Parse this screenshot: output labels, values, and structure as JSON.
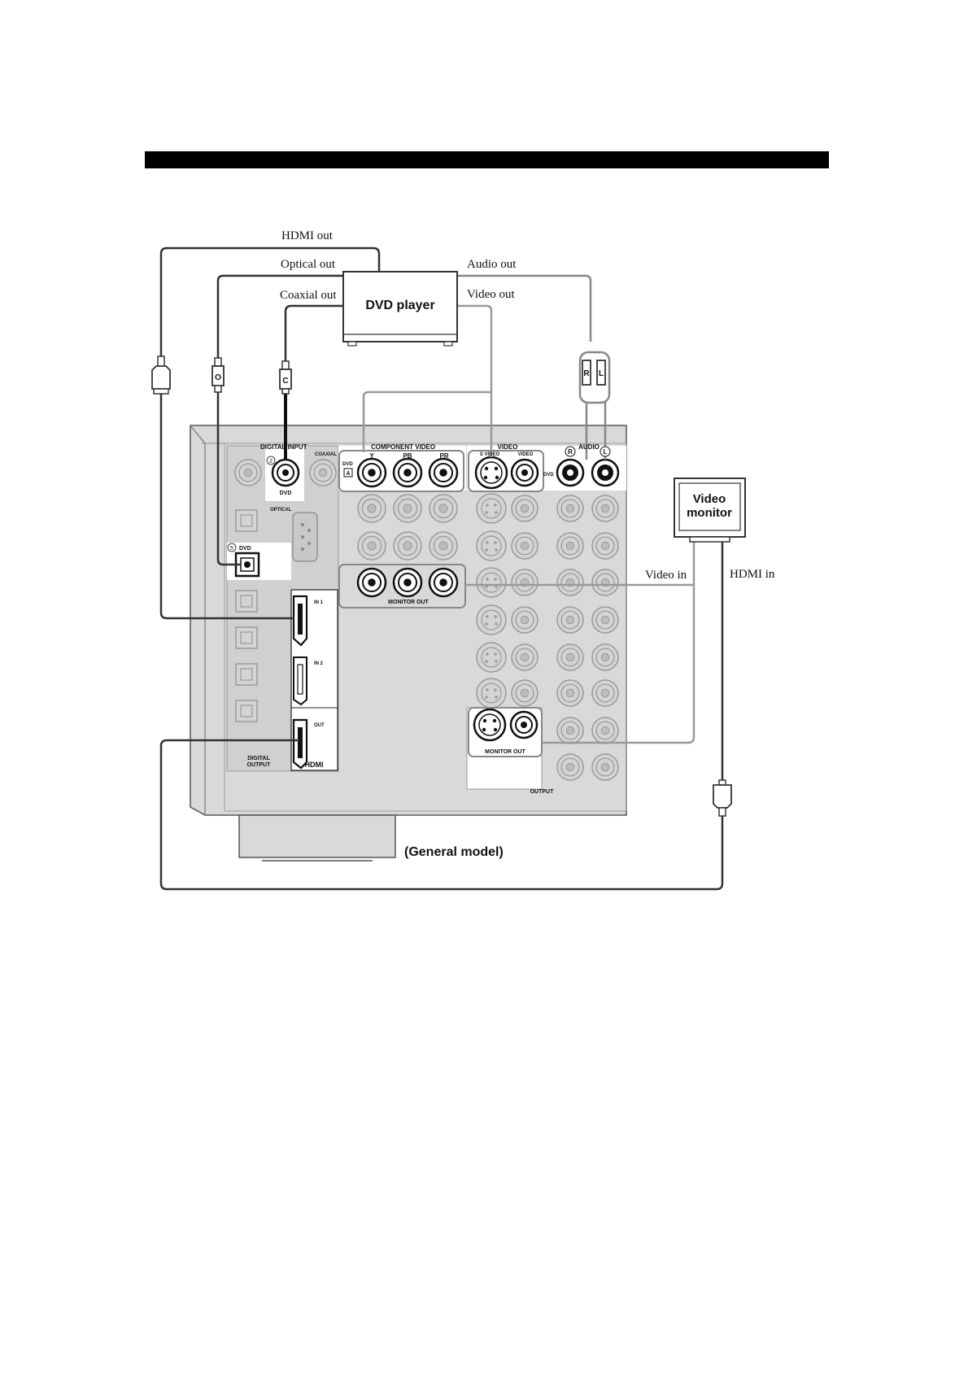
{
  "diagram": {
    "cable_labels": {
      "hdmi_out": "HDMI out",
      "optical_out": "Optical out",
      "coaxial_out": "Coaxial out",
      "audio_out": "Audio out",
      "video_out": "Video out",
      "video_in": "Video in",
      "hdmi_in": "HDMI in"
    },
    "devices": {
      "dvd_player": "DVD player",
      "video_monitor_line1": "Video",
      "video_monitor_line2": "monitor"
    },
    "connector_letters": {
      "optical": "O",
      "coaxial": "C",
      "right": "R",
      "left": "L"
    },
    "panel": {
      "digital_input": "DIGITAL INPUT",
      "coaxial": "COAXIAL",
      "dvd": "DVD",
      "optical": "OPTICAL",
      "component_video": "COMPONENT VIDEO",
      "y": "Y",
      "pb": "PB",
      "pr": "PR",
      "video": "VIDEO",
      "s_video": "S VIDEO",
      "video_jack": "VIDEO",
      "audio": "AUDIO",
      "r_mark": "R",
      "l_mark": "L",
      "monitor_out": "MONITOR OUT",
      "in1": "IN 1",
      "in2": "IN 2",
      "out": "OUT",
      "hdmi": "HDMI",
      "digital_output_1": "DIGITAL",
      "digital_output_2": "OUTPUT",
      "output": "OUTPUT",
      "dvd_a_box": "A",
      "coax_number": "2",
      "opt_number": "5"
    },
    "model_caption": "(General model)"
  }
}
